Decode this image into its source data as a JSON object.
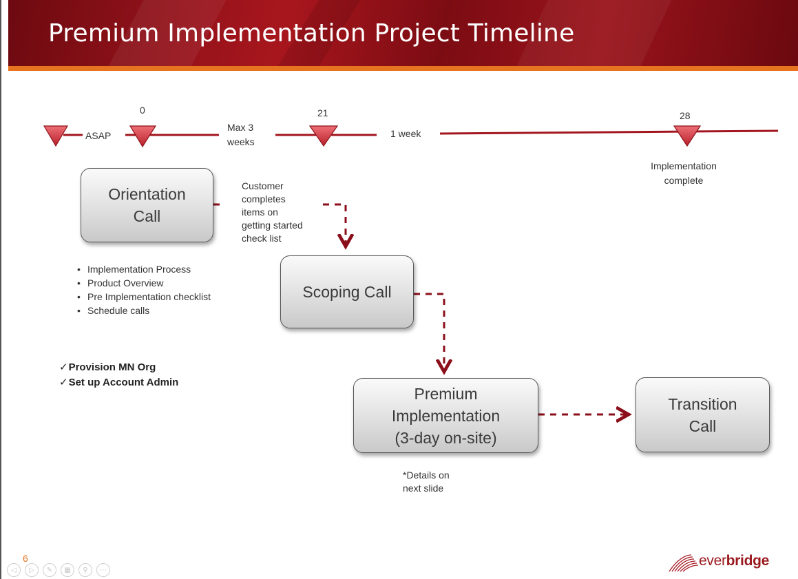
{
  "slide": {
    "title": "Premium Implementation Project Timeline",
    "number": "6"
  },
  "timeline": {
    "label_asap": "ASAP",
    "label_day0": "0",
    "label_max3_line1": "Max 3",
    "label_max3_line2": "weeks",
    "label_day21": "21",
    "label_1week": "1 week",
    "label_day28": "28",
    "label_complete": "Implementation\ncomplete"
  },
  "boxes": {
    "orientation": "Orientation\nCall",
    "scoping": "Scoping Call",
    "premium": "Premium\nImplementation\n(3-day on-site)",
    "transition": "Transition\nCall"
  },
  "notes": {
    "customer": "Customer\ncompletes\nitems on\ngetting started\ncheck list",
    "details": "*Details on\nnext slide"
  },
  "orientation_topics": [
    "Implementation Process",
    "Product Overview",
    "Pre Implementation checklist",
    "Schedule calls"
  ],
  "checklist": [
    {
      "mark": "✓",
      "text": "Provision MN Org"
    },
    {
      "mark": "✓",
      "text": "Set up Account Admin"
    }
  ],
  "controls": [
    {
      "icon": "previous-icon",
      "glyph": "◁"
    },
    {
      "icon": "next-icon",
      "glyph": "▷"
    },
    {
      "icon": "pen-icon",
      "glyph": "✎"
    },
    {
      "icon": "slides-icon",
      "glyph": "▦"
    },
    {
      "icon": "zoom-icon",
      "glyph": "⚲"
    },
    {
      "icon": "more-icon",
      "glyph": "⋯"
    }
  ],
  "logo": {
    "text_light": "ever",
    "text_bold": "bridge"
  },
  "colors": {
    "header_red": "#8e1119",
    "accent_orange": "#e5731f",
    "timeline_red": "#a3161f",
    "arrow_red": "#8b0f1a"
  }
}
